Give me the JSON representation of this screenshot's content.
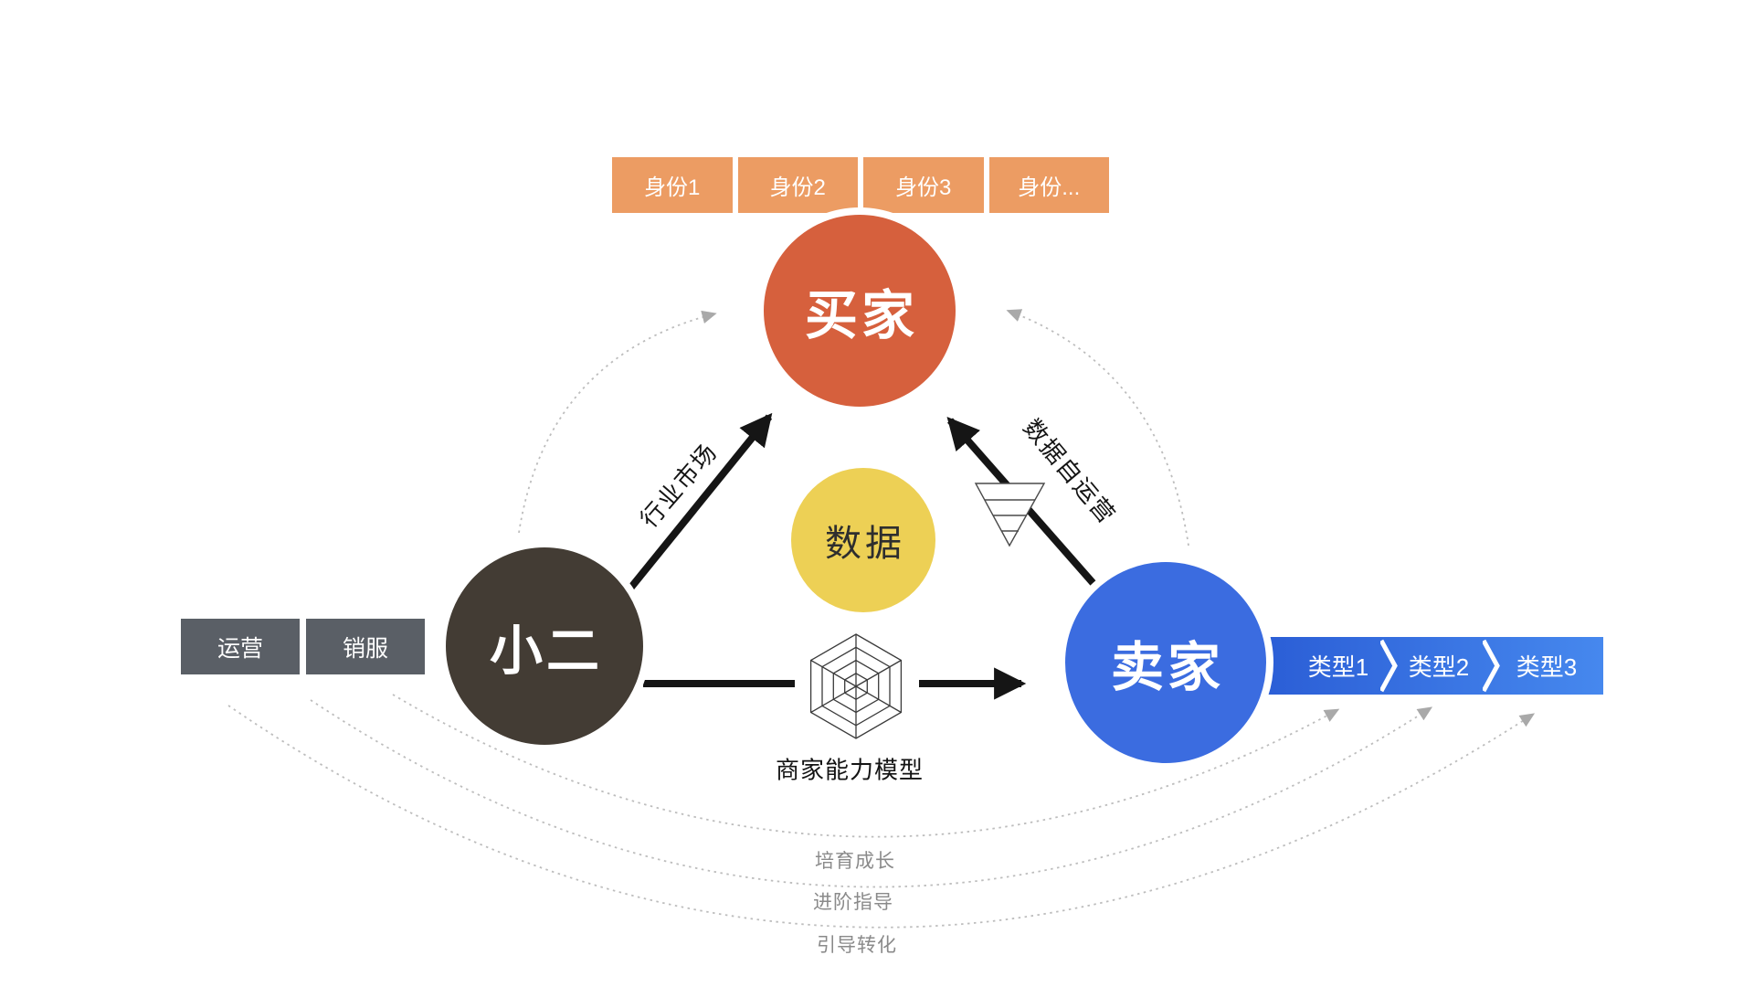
{
  "nodes": {
    "buyer": {
      "label": "买家",
      "color": "#d6603d"
    },
    "staff": {
      "label": "小二",
      "color": "#433c34"
    },
    "seller": {
      "label": "卖家",
      "color": "#3b6ce0"
    },
    "data": {
      "label": "数据",
      "color": "#edd055"
    }
  },
  "identity_boxes": [
    "身份1",
    "身份2",
    "身份3",
    "身份...",
    "#ec9c63"
  ],
  "staff_boxes": [
    "运营",
    "销服"
  ],
  "type_chevrons": [
    "类型1",
    "类型2",
    "类型3"
  ],
  "edge_labels": {
    "staff_to_buyer": "行业市场",
    "seller_to_buyer": "数据自运营",
    "staff_to_seller": "商家能力模型"
  },
  "growth_path_labels": [
    "培育成长",
    "进阶指导",
    "引导转化"
  ],
  "icons": {
    "funnel": "funnel-icon",
    "radar": "radar-hexagon-icon"
  },
  "colors": {
    "identity_box": "#ec9c63",
    "staff_box": "#5a5f66",
    "chevron_left": "#2b5ed6",
    "chevron_right": "#4688ee",
    "arrow_black": "#151515",
    "dotted_gray": "#bdbdbd",
    "arrowhead_gray": "#a9a9a9",
    "flow_label_text": "#8a8a8a",
    "background": "#ffffff"
  }
}
